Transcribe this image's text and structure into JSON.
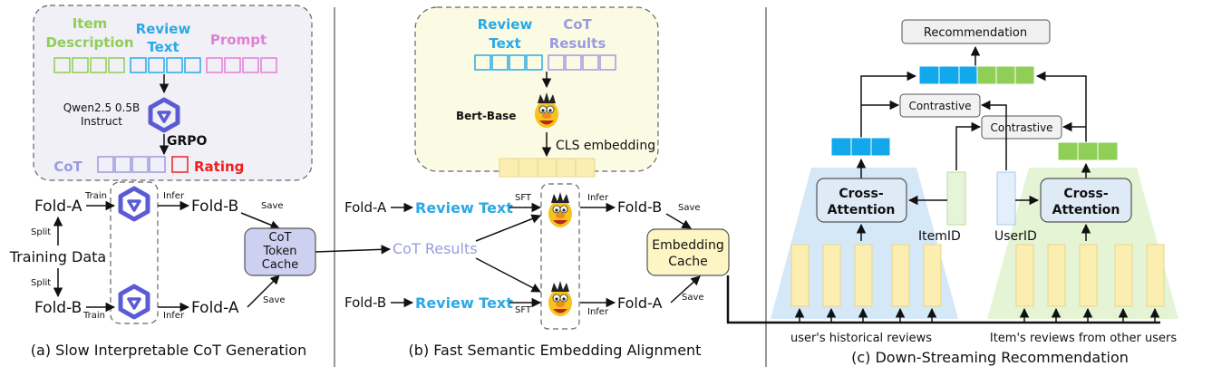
{
  "colors": {
    "green": "#8fce57",
    "blue": "#2aa9e6",
    "pink": "#e27fd5",
    "lavender": "#9c9be0",
    "red": "#ef1f1f",
    "cot_cache_fill": "#cdd0f0",
    "emb_cache_fill": "#fdf6c4",
    "yellow_block": "#fbeeb0",
    "blue_trap": "#d5e8f8",
    "green_trap": "#e4f4d5"
  },
  "panel_a": {
    "input_labels": {
      "item_description": [
        "Item",
        "Description"
      ],
      "review_text": [
        "Review",
        "Text"
      ],
      "prompt": "Prompt"
    },
    "model": [
      "Qwen2.5 0.5B",
      "Instruct"
    ],
    "grpo": "GRPO",
    "cot": "CoT",
    "rating": "Rating",
    "fold_a": "Fold-A",
    "fold_b": "Fold-B",
    "fold_b_out": "Fold-B",
    "fold_a_out": "Fold-A",
    "training_data": "Training Data",
    "split_top": "Split",
    "split_bottom": "Split",
    "train_top": "Train",
    "train_bottom": "Train",
    "infer_top": "Infer",
    "infer_bottom": "Infer",
    "save_top": "Save",
    "save_bottom": "Save",
    "cache": [
      "CoT",
      "Token",
      "Cache"
    ],
    "caption": "(a) Slow Interpretable CoT Generation"
  },
  "panel_b": {
    "review_text": [
      "Review",
      "Text"
    ],
    "cot_results_top": [
      "CoT",
      "Results"
    ],
    "bert": "Bert-Base",
    "cls": "CLS embedding",
    "fold_a": "Fold-A",
    "fold_b": "Fold-B",
    "review_text_top": "Review Text",
    "review_text_bottom": "Review Text",
    "cot_results": "CoT Results",
    "sft_top": "SFT",
    "sft_bottom": "SFT",
    "infer_top": "Infer",
    "infer_bottom": "Infer",
    "fold_b_out": "Fold-B",
    "fold_a_out": "Fold-A",
    "save_top": "Save",
    "save_bottom": "Save",
    "emb_cache": [
      "Embedding",
      "Cache"
    ],
    "caption": "(b) Fast Semantic Embedding Alignment"
  },
  "panel_c": {
    "recommendation": "Recommendation",
    "contrastive_left": "Contrastive",
    "contrastive_right": "Contrastive",
    "cross_attention_left": [
      "Cross-",
      "Attention"
    ],
    "cross_attention_right": [
      "Cross-",
      "Attention"
    ],
    "item_id": "ItemID",
    "user_id": "UserID",
    "user_reviews": "user's historical reviews",
    "item_reviews": "Item's reviews from other users",
    "caption": "(c) Down-Streaming Recommendation"
  }
}
